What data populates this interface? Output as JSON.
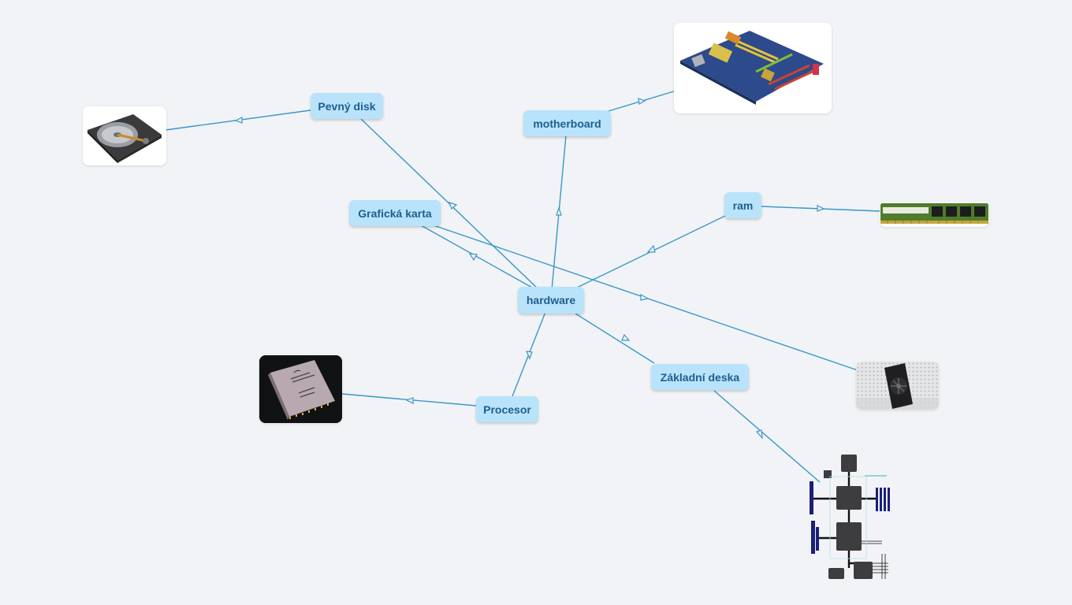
{
  "mindmap": {
    "center": {
      "label": "hardware"
    },
    "topics": [
      {
        "id": "pevny-disk",
        "label": "Pevný disk"
      },
      {
        "id": "motherboard",
        "label": "motherboard"
      },
      {
        "id": "graficka-karta",
        "label": "Grafická karta"
      },
      {
        "id": "ram",
        "label": "ram"
      },
      {
        "id": "procesor",
        "label": "Procesor"
      },
      {
        "id": "zakladni-deska",
        "label": "Základní deska"
      }
    ],
    "images": [
      {
        "id": "hard-disk-image",
        "depicts": "hard disk drive"
      },
      {
        "id": "motherboard-image",
        "depicts": "motherboard"
      },
      {
        "id": "ram-image",
        "depicts": "RAM module"
      },
      {
        "id": "graphics-card-image",
        "depicts": "graphics card fan"
      },
      {
        "id": "processor-image",
        "depicts": "Intel processor chip"
      },
      {
        "id": "chipset-diagram-image",
        "depicts": "motherboard chipset block diagram"
      }
    ]
  },
  "colors": {
    "background": "#f1f3f6",
    "node_fill": "#b9e3fb",
    "node_text": "#1d5f8e",
    "connector": "#3a97c9"
  }
}
